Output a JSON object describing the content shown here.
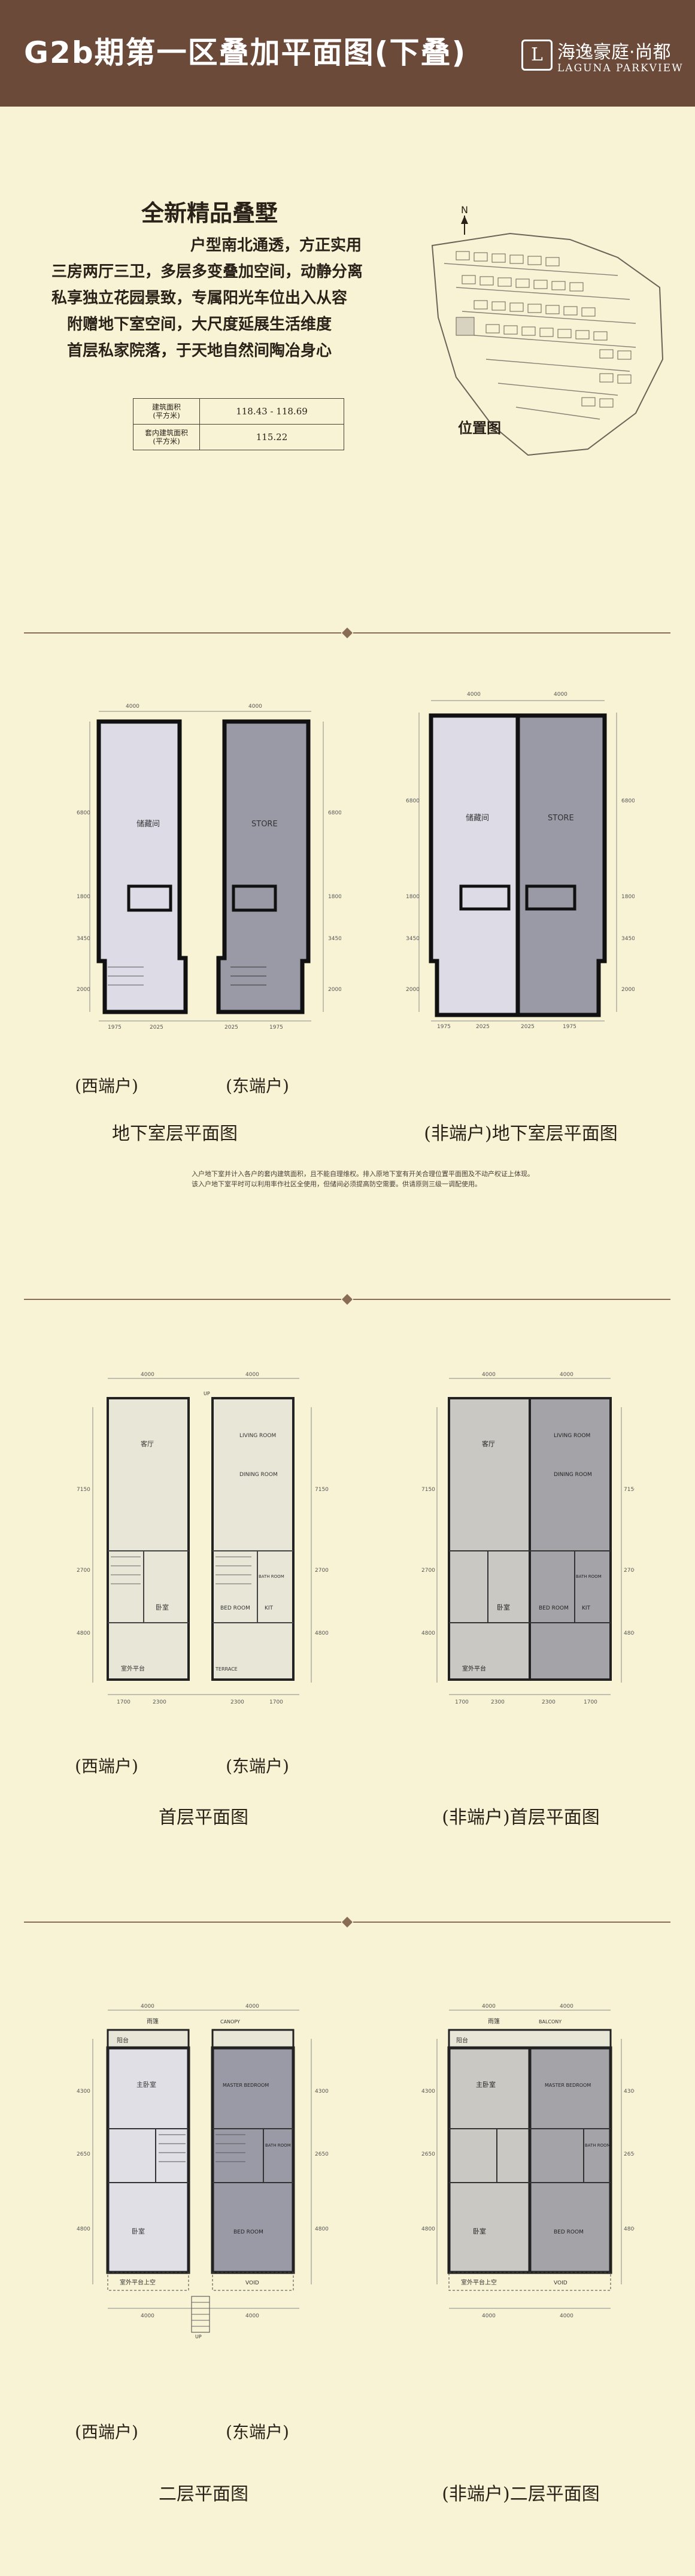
{
  "header": {
    "title": "G2b期第一区叠加平面图(下叠)",
    "logo_mark": "L",
    "logo_cn": "海逸豪庭·尚都",
    "logo_en": "LAGUNA PARKVIEW"
  },
  "intro": {
    "title": "全新精品叠墅",
    "lines": [
      "户型南北通透，方正实用",
      "三房两厅三卫，多层多变叠加空间，动静分离",
      "私享独立花园景致，专属阳光车位出入从容",
      "附赠地下室空间，大尺度延展生活维度",
      "首层私家院落，于天地自然间陶冶身心"
    ],
    "area_table": [
      {
        "label_1": "建筑面积",
        "label_2": "(平方米)",
        "value": "118.43 - 118.69"
      },
      {
        "label_1": "套内建筑面积",
        "label_2": "(平方米)",
        "value": "115.22"
      }
    ]
  },
  "site_plan": {
    "north": "N",
    "label": "位置图"
  },
  "basement": {
    "unit_left": "(西端户)",
    "unit_right": "(东端户)",
    "caption_left": "地下室层平面图",
    "caption_right": "(非端户)地下室层平面图",
    "store_cn": "储藏间",
    "store_en": "STORE",
    "dims": {
      "top": "4000",
      "h1": "6800",
      "h2": "1800",
      "h3": "3450",
      "h4": "2000",
      "b1": "1975",
      "b2": "2025"
    },
    "note": [
      "入户地下室并计入各户的套内建筑面积，且不能自理维权。排入原地下室有开关合理位置平面图及不动产权证上体现。",
      "该入户地下室平时可以利用率作社区全使用，但储间必须提高防空需要。供请原则三级一调配使用。"
    ]
  },
  "ground": {
    "unit_left": "(西端户)",
    "unit_right": "(东端户)",
    "caption_left": "首层平面图",
    "caption_right": "(非端户)首层平面图",
    "rooms": {
      "living_cn": "客厅",
      "living_en": "LIVING ROOM",
      "dining_en": "DINING ROOM",
      "bath_en": "BATH ROOM",
      "bed_cn": "卧室",
      "bed_en": "BED ROOM",
      "kit_en": "KIT",
      "terrace_cn": "室外平台",
      "terrace_en": "TERRACE",
      "up": "UP"
    },
    "dims": {
      "top": "4000",
      "h1": "7150",
      "h2": "2700",
      "h3": "4800",
      "b1": "1700",
      "b2": "2300"
    }
  },
  "second": {
    "unit_left": "(西端户)",
    "unit_right": "(东端户)",
    "caption_left": "二层平面图",
    "caption_right": "(非端户)二层平面图",
    "rooms": {
      "canopy_cn": "雨篷",
      "canopy_en": "CANOPY",
      "balcony_cn": "阳台",
      "balcony_en": "BALCONY",
      "master_cn": "主卧室",
      "master_en": "MASTER BEDROOM",
      "bath_en": "BATH ROOM",
      "bed_cn": "卧室",
      "bed_en": "BED ROOM",
      "void_cn": "室外平台上空",
      "void_en": "VOID",
      "up": "UP"
    },
    "dims": {
      "top": "4000",
      "h1": "4300",
      "h2": "2650",
      "h3": "4800",
      "bottom": "4000"
    }
  },
  "colors": {
    "header": "#6c4a39",
    "page": "#f8f3d5",
    "west_fill": "#dcdbe6",
    "east_fill": "#9a9aa6",
    "divider": "#8a6c55"
  }
}
